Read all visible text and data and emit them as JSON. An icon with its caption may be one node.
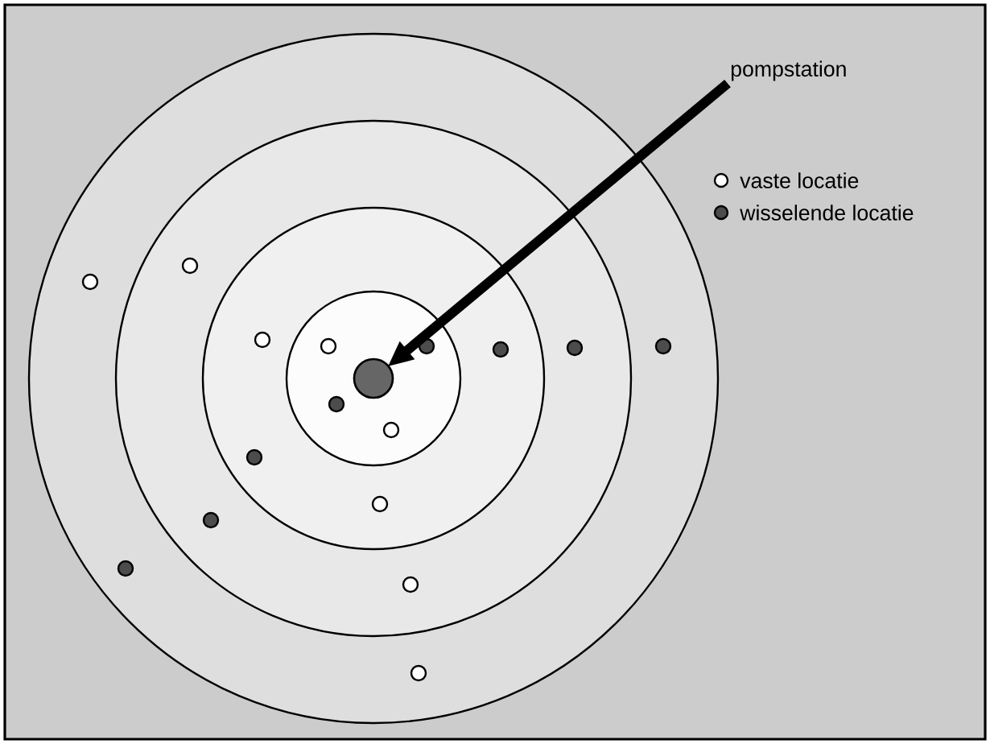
{
  "diagram": {
    "nodes": [
      {
        "text": [
          "pompstation"
        ]
      },
      {
        "text": [],
        "shape": "circle"
      }
    ],
    "edges": [
      {
        "from": 0,
        "to": 1,
        "arrow": "to"
      }
    ],
    "legend": [
      {
        "text": "vaste locatie"
      },
      {
        "text": "wisselende locatie"
      }
    ]
  }
}
